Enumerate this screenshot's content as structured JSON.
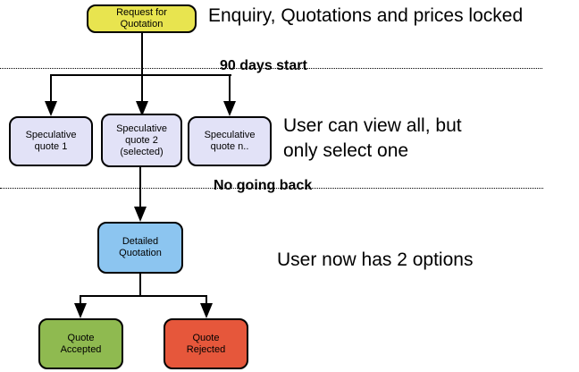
{
  "flowchart": {
    "nodes": {
      "request": {
        "label": "Request for\nQuotation",
        "color": "#e8e44f"
      },
      "spec1": {
        "label": "Speculative\nquote 1",
        "color": "#e2e2f7"
      },
      "spec2": {
        "label": "Speculative\nquote 2\n(selected)",
        "color": "#e2e2f7"
      },
      "specn": {
        "label": "Speculative\nquote n..",
        "color": "#e2e2f7"
      },
      "detailed": {
        "label": "Detailed\nQuotation",
        "color": "#8cc5f0"
      },
      "accepted": {
        "label": "Quote\nAccepted",
        "color": "#8fba50"
      },
      "rejected": {
        "label": "Quote\nRejected",
        "color": "#e6573b"
      }
    },
    "dividers": {
      "days90": {
        "label": "90 days start"
      },
      "nogoingback": {
        "label": "No going back"
      }
    },
    "annotations": {
      "enquiry": "Enquiry, Quotations and prices locked",
      "view_all": "User can view all, but\nonly select one",
      "two_options": "User now has 2 options"
    },
    "colors": {
      "line": "#000000",
      "background": "#ffffff"
    }
  }
}
